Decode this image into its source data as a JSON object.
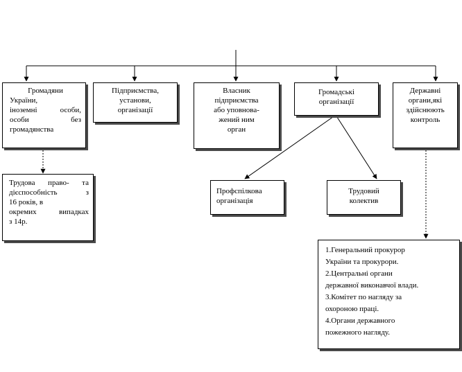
{
  "boxes": {
    "citizens": {
      "lines": [
        "Громадяни",
        "України,",
        "іноземні   особи,",
        "особи        без",
        "громадянства"
      ]
    },
    "enterprises": {
      "lines": [
        "Підприємства,",
        "установи,",
        "організації"
      ]
    },
    "owner": {
      "lines": [
        "Власник",
        "підприємства",
        "або уповнова-",
        "жений   ним",
        "орган"
      ]
    },
    "public_orgs": {
      "lines": [
        "Громадські",
        "організації"
      ]
    },
    "state_bodies": {
      "lines": [
        "Державні",
        "органи,які",
        "здійснюють",
        "контроль"
      ]
    },
    "capacity": {
      "lines": [
        "Трудова  право-  та",
        "дієспособність   з",
        "16  років,  в",
        "окремих   випадках",
        "з 14р."
      ]
    },
    "trade_union": {
      "lines": [
        "Профспілкова",
        "організація"
      ]
    },
    "labour_collective": {
      "lines": [
        "Трудовий",
        "колектив"
      ]
    },
    "control_list": {
      "lines": [
        "1.Генеральний   прокурор",
        "України  та прокурори.",
        "2.Центральні   органи",
        "державної  виконавчої  влади.",
        "3.Комітет  по нагляду  за",
        "охороною  праці.",
        "4.Органи   державного",
        "пожежного  нагляду."
      ]
    }
  }
}
